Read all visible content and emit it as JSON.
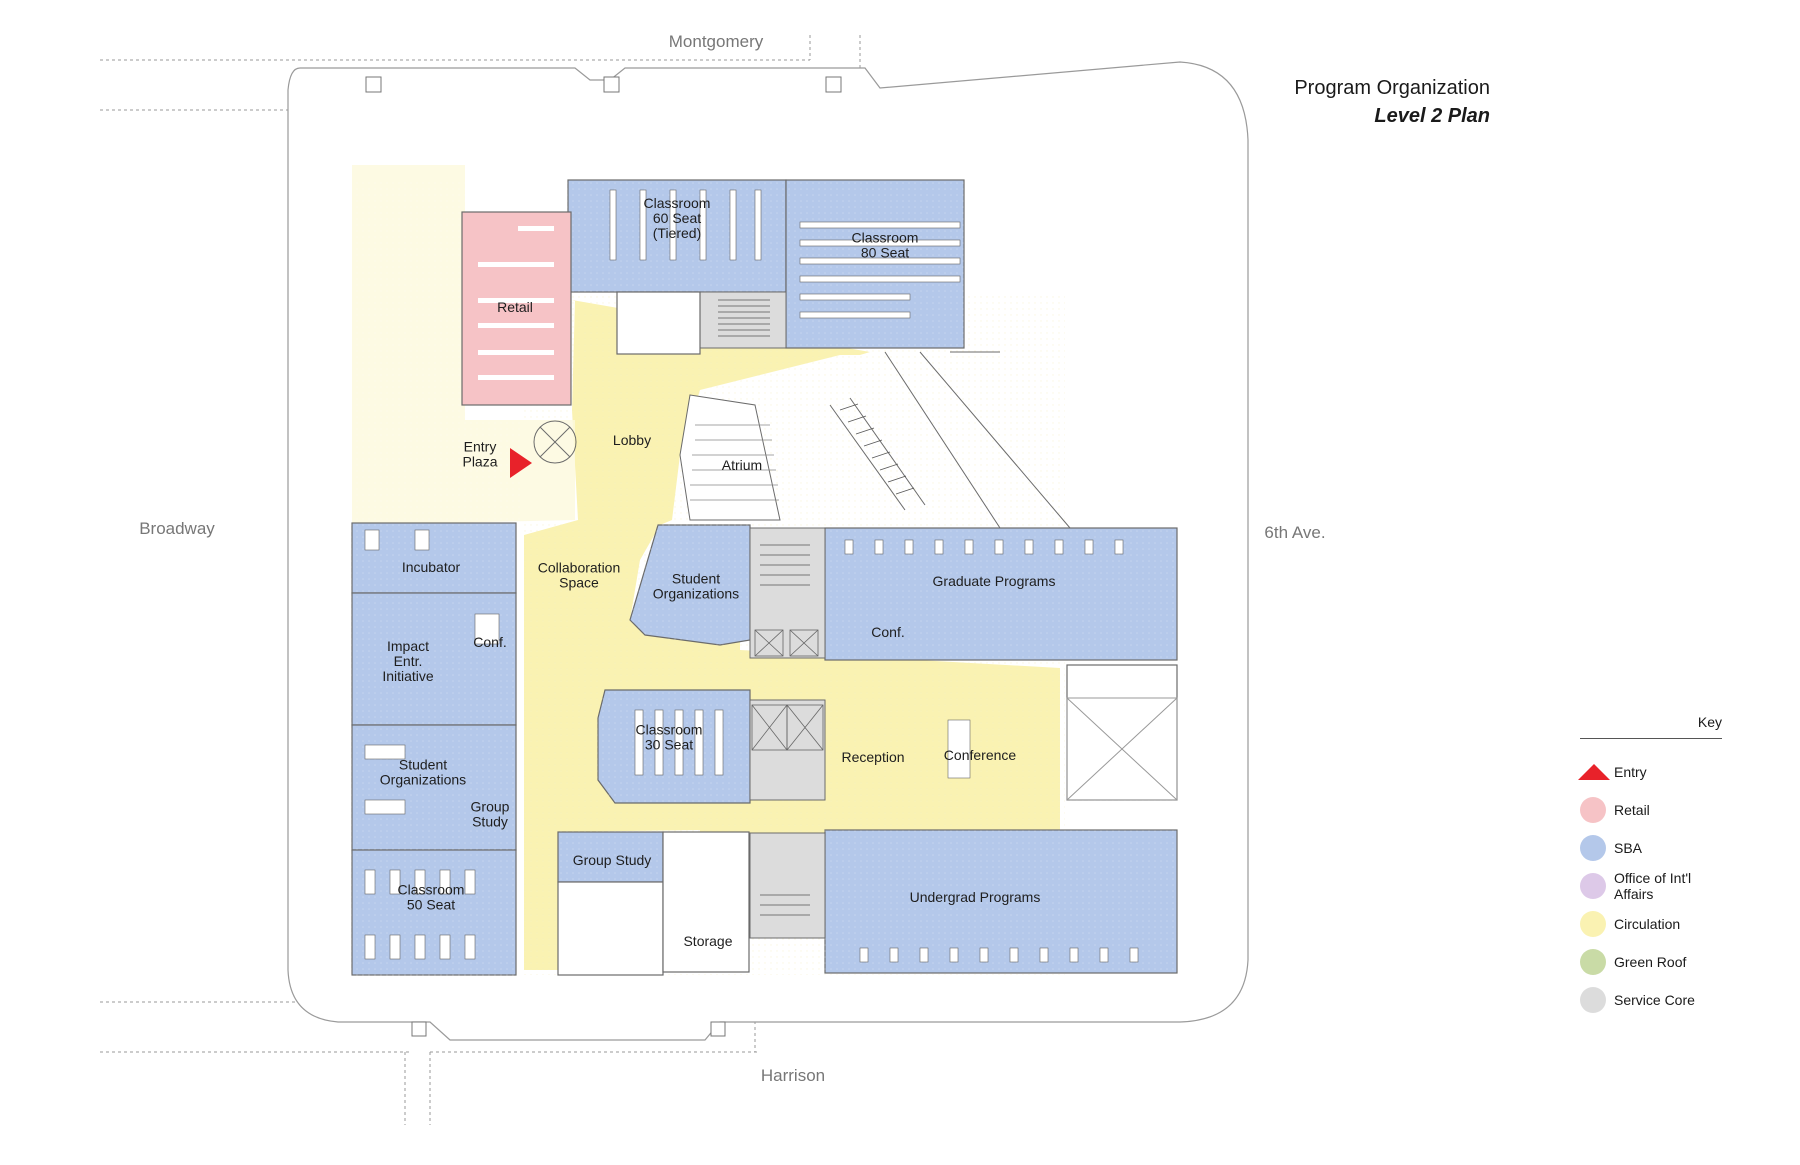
{
  "title": {
    "line1": "Program Organization",
    "line2": "Level 2 Plan"
  },
  "streets": {
    "north": "Montgomery",
    "south": "Harrison",
    "west": "Broadway",
    "east": "6th Ave."
  },
  "rooms": {
    "classroom60": [
      "Classroom",
      "60 Seat",
      "(Tiered)"
    ],
    "classroom80": [
      "Classroom",
      "80 Seat"
    ],
    "retail": [
      "Retail"
    ],
    "lobby": [
      "Lobby"
    ],
    "atrium": [
      "Atrium"
    ],
    "entry_plaza": [
      "Entry",
      "Plaza"
    ],
    "incubator": [
      "Incubator"
    ],
    "collaboration": [
      "Collaboration",
      "Space"
    ],
    "student_orgs_center": [
      "Student",
      "Organizations"
    ],
    "graduate_programs": [
      "Graduate Programs"
    ],
    "conf_west": [
      "Conf."
    ],
    "impact": [
      "Impact",
      "Entr.",
      "Initiative"
    ],
    "conf_east": [
      "Conf."
    ],
    "classroom30": [
      "Classroom",
      "30 Seat"
    ],
    "reception": [
      "Reception"
    ],
    "conference": [
      "Conference"
    ],
    "student_orgs_west": [
      "Student",
      "Organizations"
    ],
    "group_study_west": [
      "Group",
      "Study"
    ],
    "group_study_south": [
      "Group Study"
    ],
    "classroom50": [
      "Classroom",
      "50 Seat"
    ],
    "storage": [
      "Storage"
    ],
    "undergrad_programs": [
      "Undergrad Programs"
    ]
  },
  "key": {
    "title": "Key",
    "items": [
      {
        "label": "Entry",
        "color": "#e8222a",
        "shape": "triangle"
      },
      {
        "label": "Retail",
        "color": "#f6c3c6",
        "shape": "circle"
      },
      {
        "label": "SBA",
        "color": "#b4c8ea",
        "shape": "circle"
      },
      {
        "label": "Office of Int'l Affairs",
        "color": "#ddc9e8",
        "shape": "circle"
      },
      {
        "label": "Circulation",
        "color": "#faf2b2",
        "shape": "circle"
      },
      {
        "label": "Green Roof",
        "color": "#c9dba6",
        "shape": "circle"
      },
      {
        "label": "Service Core",
        "color": "#dcdcdc",
        "shape": "circle"
      }
    ]
  },
  "colors": {
    "sba": "#b4c8ea",
    "retail": "#f6c3c6",
    "circulation": "#faf2b2",
    "service": "#dcdcdc",
    "entry": "#e8222a",
    "outline": "#6b6b6b"
  }
}
